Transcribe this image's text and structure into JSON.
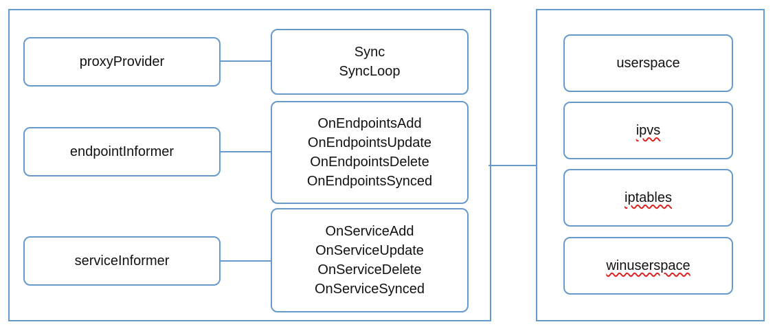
{
  "left_group": {
    "sources": [
      {
        "label": "proxyProvider"
      },
      {
        "label": "endpointInformer"
      },
      {
        "label": "serviceInformer"
      }
    ],
    "handlers": [
      {
        "lines": [
          "Sync",
          "SyncLoop"
        ]
      },
      {
        "lines": [
          "OnEndpointsAdd",
          "OnEndpointsUpdate",
          "OnEndpointsDelete",
          "OnEndpointsSynced"
        ]
      },
      {
        "lines": [
          "OnServiceAdd",
          "OnServiceUpdate",
          "OnServiceDelete",
          "OnServiceSynced"
        ]
      }
    ]
  },
  "right_group": {
    "modes": [
      {
        "label": "userspace"
      },
      {
        "label": "ipvs"
      },
      {
        "label": "iptables"
      },
      {
        "label": "winuserspace"
      }
    ]
  },
  "colors": {
    "border": "#6699cc",
    "spellcheck_underline": "#dd2222"
  }
}
